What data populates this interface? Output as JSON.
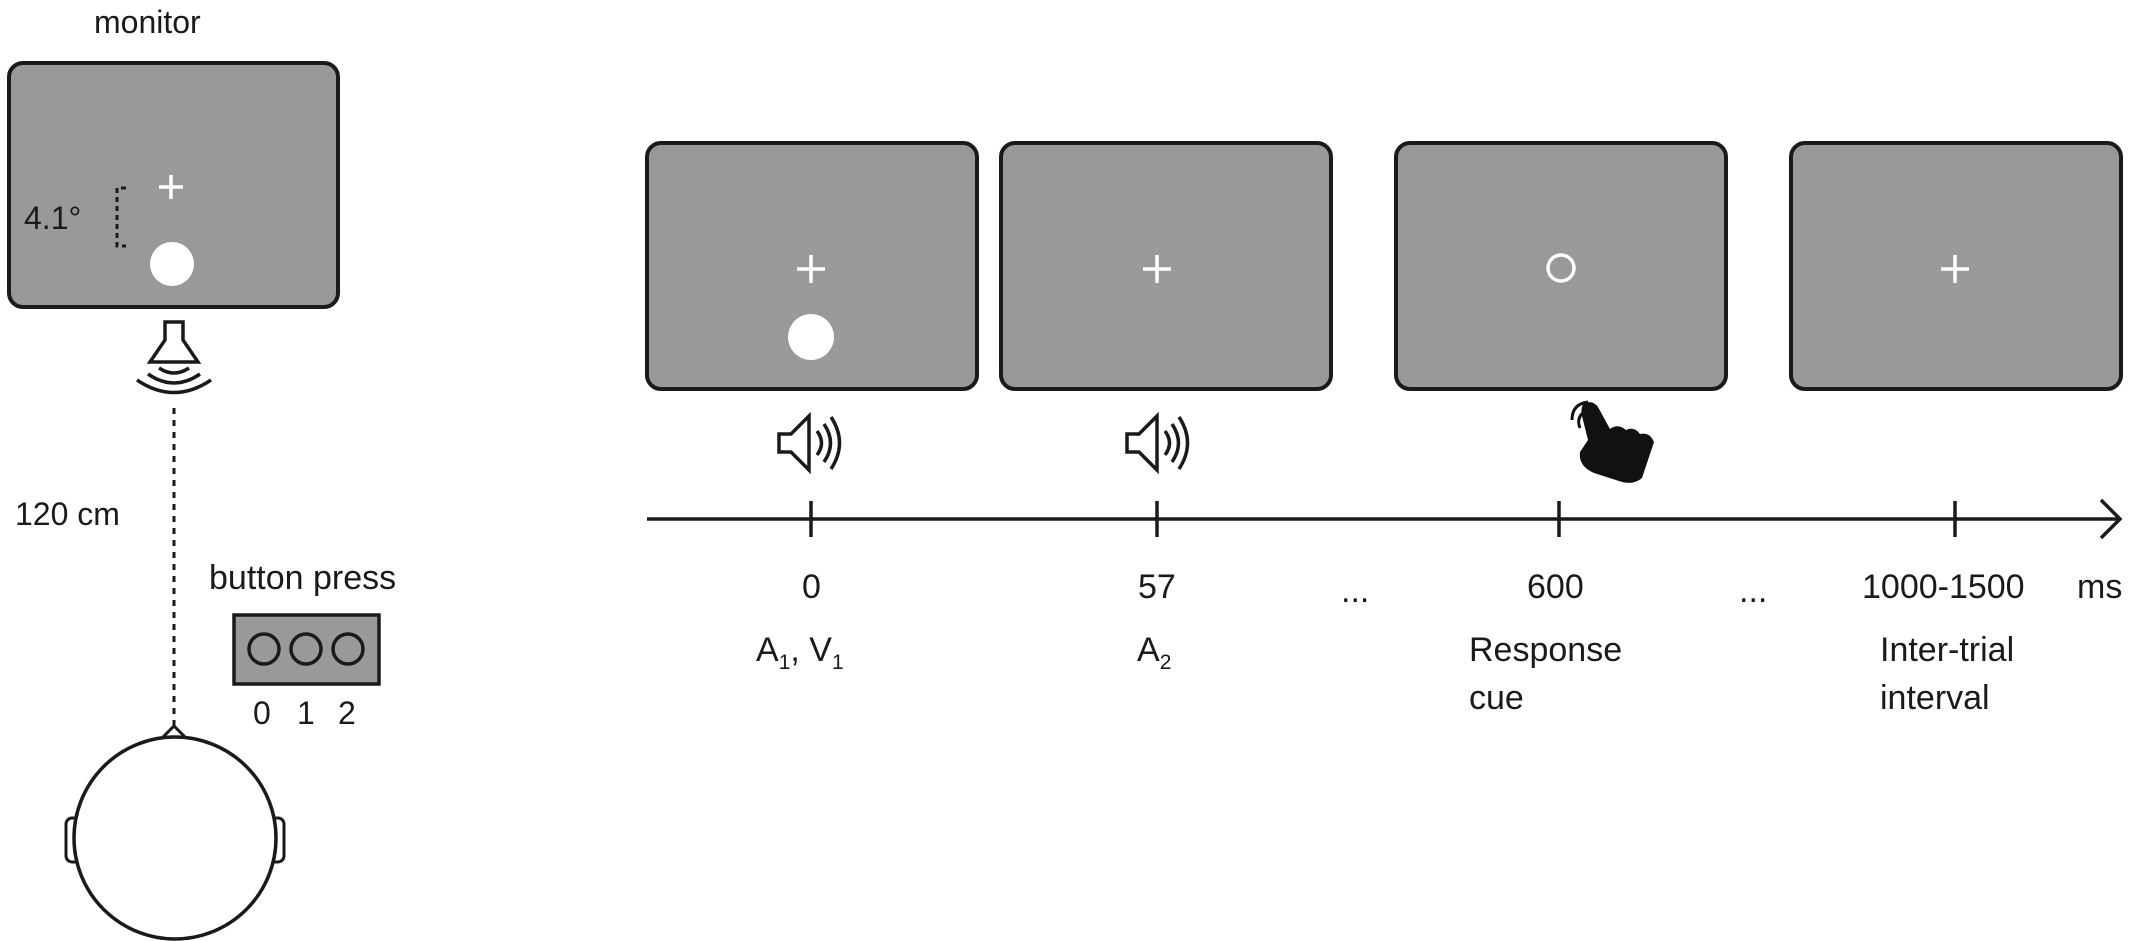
{
  "colors": {
    "screen_fill": "#999999",
    "outline": "#1a1a1a",
    "stimulus": "#ffffff",
    "background": "#ffffff"
  },
  "setup": {
    "monitor_label": "monitor",
    "angle_label": "4.1°",
    "distance_label": "120 cm",
    "button_title": "button press",
    "button_values": [
      "0",
      "1",
      "2"
    ],
    "icons": [
      "fixation-cross-icon",
      "white-disc-stimulus",
      "speaker-icon",
      "head-icon",
      "button-box-icon"
    ]
  },
  "timeline": {
    "unit": "ms",
    "ellipsis": "...",
    "events": [
      {
        "time": "0",
        "label_main": "A",
        "label_sub": "1",
        "label_tail": ", V",
        "label_sub2": "1",
        "screen": "cross-with-disc",
        "icon": "speaker-icon"
      },
      {
        "time": "57",
        "label_main": "A",
        "label_sub": "2",
        "screen": "cross",
        "icon": "speaker-icon"
      },
      {
        "time": "600",
        "label_line1": "Response",
        "label_line2": "cue",
        "screen": "circle",
        "icon": "hand-press-icon"
      },
      {
        "time": "1000-1500",
        "label_line1": "Inter-trial",
        "label_line2": "interval",
        "screen": "cross",
        "icon": ""
      }
    ]
  }
}
